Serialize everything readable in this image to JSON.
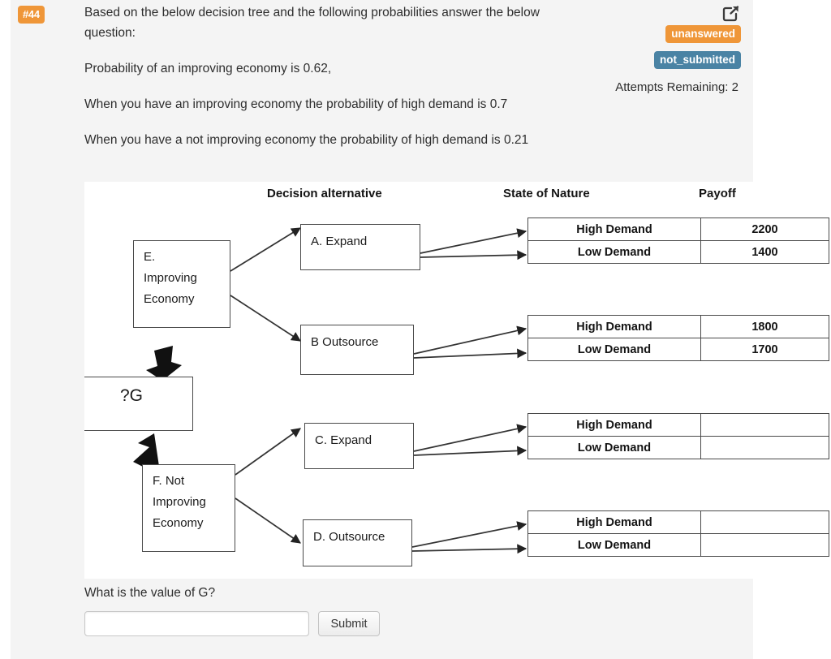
{
  "question": {
    "number_badge": "#44",
    "paragraphs": [
      "Based on the below decision tree and the following probabilities answer the below question:",
      "Probability of an improving economy is 0.62,",
      "When you have an improving economy the probability of high demand is 0.7",
      "When you have a not improving economy the probability of high demand is 0.21"
    ]
  },
  "status": {
    "share_icon": "share-external-icon",
    "answered_state": "unanswered",
    "submitted_state": "not_submitted",
    "attempts_label": "Attempts Remaining: 2",
    "unanswered_color": "#ef9638",
    "not_submitted_color": "#4a83a4",
    "badge_color": "#ef9638"
  },
  "diagram": {
    "headers": {
      "decision": "Decision alternative",
      "state": "State of Nature",
      "payoff": "Payoff"
    },
    "event_nodes": [
      {
        "id": "E",
        "label": "E.\nImproving\nEconomy",
        "lines": [
          "E.",
          "Improving",
          "Economy"
        ]
      },
      {
        "id": "F",
        "label": "F. Not\nImproving\nEconomy",
        "lines": [
          "F. Not",
          "Improving",
          "Economy"
        ]
      }
    ],
    "unknown_node": {
      "label": "?G"
    },
    "alternatives": [
      {
        "id": "A",
        "label": "A. Expand"
      },
      {
        "id": "B",
        "label": "B Outsource"
      },
      {
        "id": "C",
        "label": "C. Expand"
      },
      {
        "id": "D",
        "label": "D. Outsource"
      }
    ],
    "payoff_tables": [
      {
        "for": "A",
        "rows": [
          {
            "state": "High Demand",
            "payoff": "2200"
          },
          {
            "state": "Low Demand",
            "payoff": "1400"
          }
        ]
      },
      {
        "for": "B",
        "rows": [
          {
            "state": "High Demand",
            "payoff": "1800"
          },
          {
            "state": "Low Demand",
            "payoff": "1700"
          }
        ]
      },
      {
        "for": "C",
        "rows": [
          {
            "state": "High Demand",
            "payoff": ""
          },
          {
            "state": "Low Demand",
            "payoff": ""
          }
        ]
      },
      {
        "for": "D",
        "rows": [
          {
            "state": "High Demand",
            "payoff": ""
          },
          {
            "state": "Low Demand",
            "payoff": ""
          }
        ]
      }
    ]
  },
  "answer": {
    "prompt": "What is the value of G?",
    "input_value": "",
    "input_placeholder": "",
    "submit_label": "Submit"
  }
}
